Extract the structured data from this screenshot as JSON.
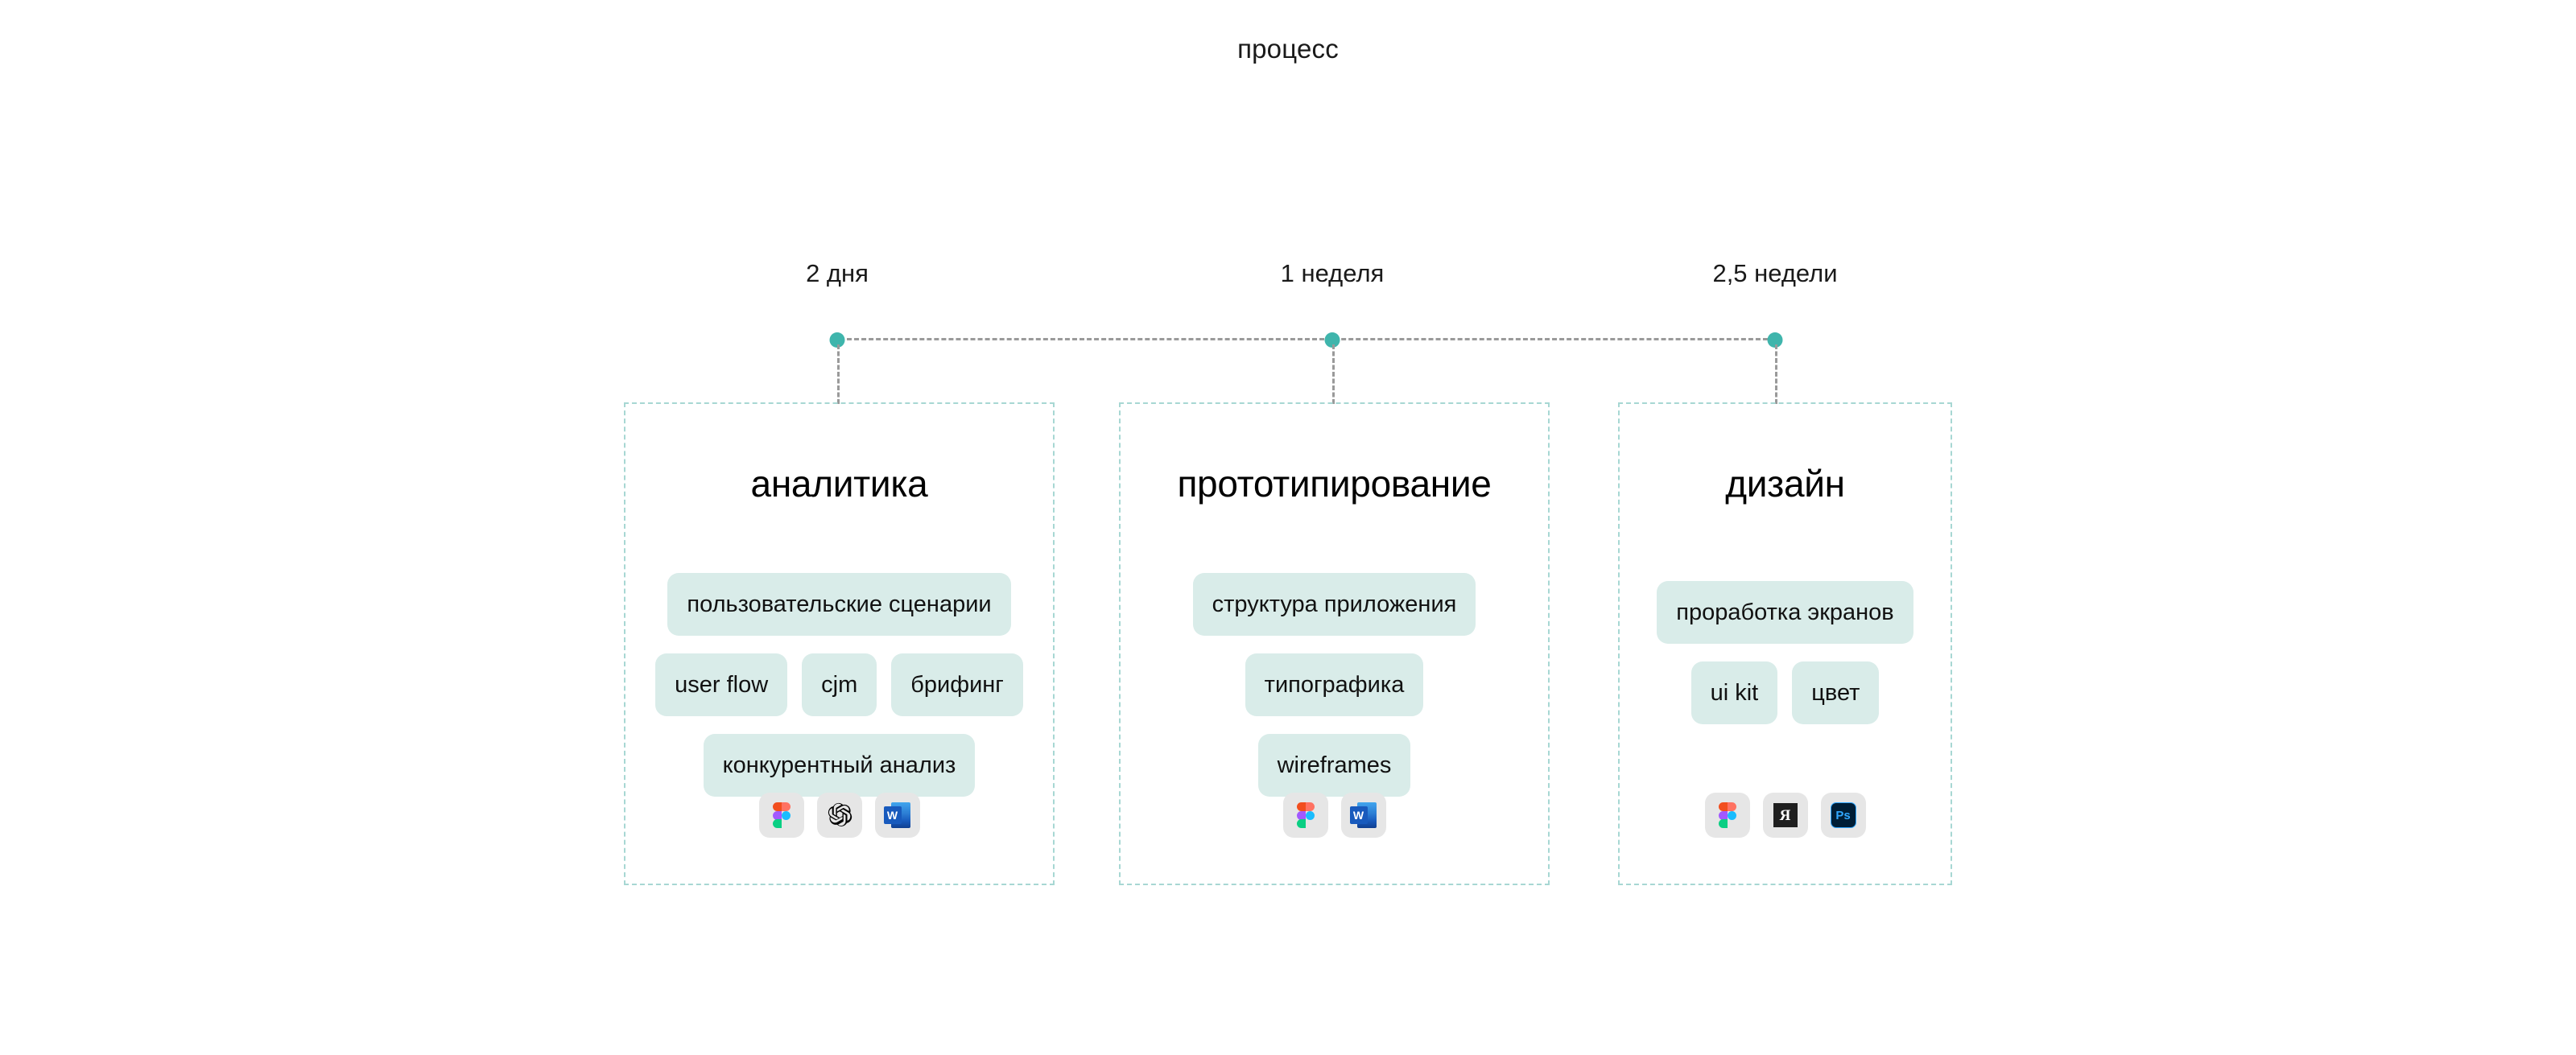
{
  "page": {
    "title": "процесс",
    "background": "#ffffff"
  },
  "theme": {
    "dot_color": "#3fb5ac",
    "card_border_color": "#a7d7d3",
    "tag_background": "#d9ece9",
    "timeline_line_color": "#9a9a9a",
    "app_tile_background": "#e6e6e6",
    "text_color": "#111111"
  },
  "timeline": {
    "milestones": [
      {
        "label": "2 дня",
        "dot_name": "timeline-dot-1"
      },
      {
        "label": "1 неделя",
        "dot_name": "timeline-dot-2"
      },
      {
        "label": "2,5 недели",
        "dot_name": "timeline-dot-3"
      }
    ]
  },
  "cards": [
    {
      "title": "аналитика",
      "tag_rows": [
        [
          "пользовательские сценарии"
        ],
        [
          "user flow",
          "cjm",
          "брифинг"
        ],
        [
          "конкурентный анализ"
        ]
      ],
      "tools": [
        {
          "name": "figma-icon",
          "label": "Figma"
        },
        {
          "name": "openai-icon",
          "label": "ChatGPT"
        },
        {
          "name": "word-icon",
          "label": "Word"
        }
      ]
    },
    {
      "title": "прототипирование",
      "tag_rows": [
        [
          "структура приложения"
        ],
        [
          "типографика"
        ],
        [
          "wireframes"
        ]
      ],
      "tools": [
        {
          "name": "figma-icon",
          "label": "Figma"
        },
        {
          "name": "word-icon",
          "label": "Word"
        }
      ]
    },
    {
      "title": "дизайн",
      "tag_rows": [
        [
          "проработка экранов"
        ],
        [
          "ui kit",
          "цвет"
        ]
      ],
      "tools": [
        {
          "name": "figma-icon",
          "label": "Figma"
        },
        {
          "name": "readymag-icon",
          "label": "Readymag"
        },
        {
          "name": "photoshop-icon",
          "label": "Photoshop"
        }
      ]
    }
  ],
  "glyphs": {
    "word_letter": "W",
    "photoshop_letter": "Ps",
    "readymag_letter": "Я"
  }
}
